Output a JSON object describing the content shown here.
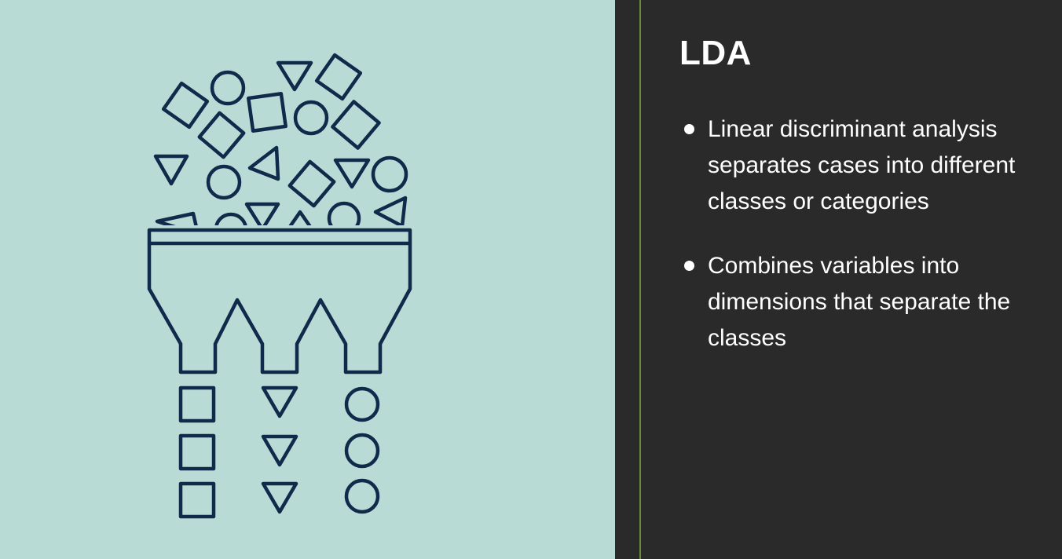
{
  "slide": {
    "title": "LDA",
    "bullets": [
      {
        "text": "Linear discriminant analysis separates cases into different classes or categories"
      },
      {
        "text": "Combines variables into dimensions that separate the classes"
      }
    ]
  },
  "illustration": {
    "icon": "sorting-funnel-icon",
    "outputs": [
      "square",
      "triangle",
      "circle"
    ]
  },
  "colors": {
    "left_background": "#b9dbd5",
    "right_background": "#2a2a2a",
    "icon_stroke": "#0f2a4a",
    "accent_line": "#6b8a3e",
    "text": "#ffffff"
  }
}
